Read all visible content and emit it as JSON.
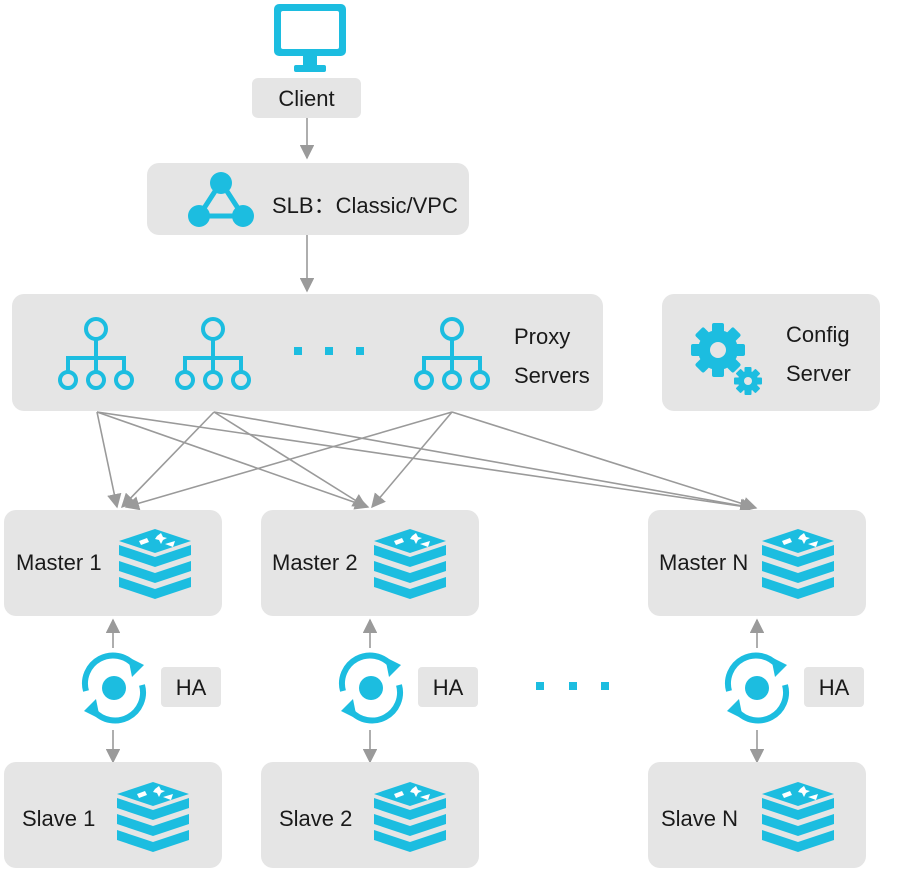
{
  "client": {
    "label": "Client"
  },
  "slb": {
    "label": "SLB：Classic/VPC"
  },
  "proxy": {
    "label_line1": "Proxy",
    "label_line2": "Servers"
  },
  "config": {
    "label_line1": "Config",
    "label_line2": "Server"
  },
  "masters": [
    {
      "label": "Master 1"
    },
    {
      "label": "Master 2"
    },
    {
      "label": "Master N"
    }
  ],
  "ha": [
    {
      "label": "HA"
    },
    {
      "label": "HA"
    },
    {
      "label": "HA"
    }
  ],
  "slaves": [
    {
      "label": "Slave 1"
    },
    {
      "label": "Slave 2"
    },
    {
      "label": "Slave N"
    }
  ],
  "colors": {
    "accent": "#1cbde0",
    "box": "#e5e5e5",
    "line": "#9a9a9a"
  },
  "icons": [
    "monitor-icon",
    "network-icon",
    "proxy-tree-icon",
    "gear-icon",
    "redis-stack-icon",
    "sync-icon",
    "ellipsis-dots"
  ]
}
